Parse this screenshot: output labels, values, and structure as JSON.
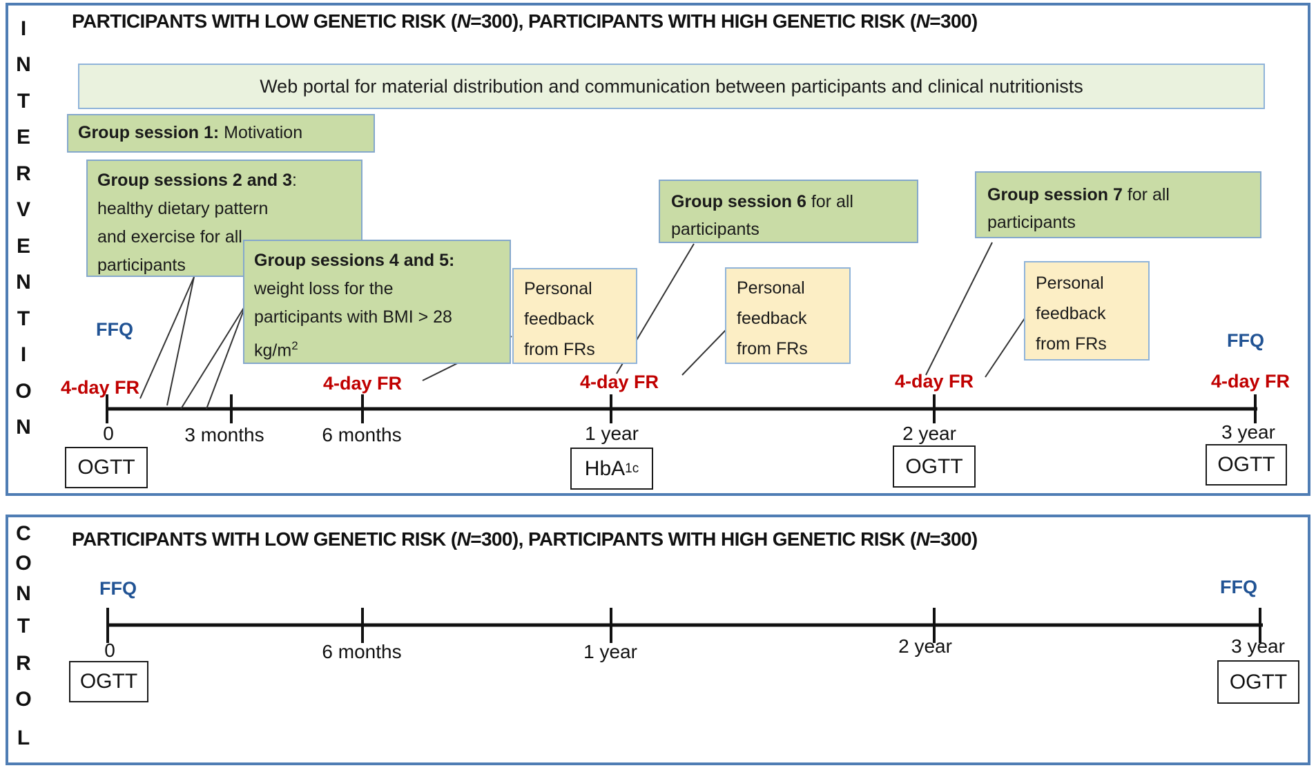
{
  "title": {
    "p1": "PARTICIPANTS WITH LOW GENETIC RISK (",
    "n": "N",
    "p2": "=300), PARTICIPANTS WITH HIGH GENETIC RISK (",
    "p3": "=300)"
  },
  "intervention": {
    "side_letters": [
      "I",
      "N",
      "T",
      "E",
      "R",
      "V",
      "E",
      "N",
      "T",
      "I",
      "O",
      "N"
    ],
    "web_portal": "Web portal for material distribution and communication between participants and clinical nutritionists",
    "session1": {
      "bold": "Group session 1:",
      "rest": " Motivation"
    },
    "session23": {
      "bold": "Group sessions 2 and 3",
      "colon": ":",
      "lines": [
        "healthy dietary pattern",
        "and exercise for all",
        "participants"
      ]
    },
    "session45": {
      "bold": "Group sessions 4 and 5:",
      "lines": [
        "weight loss for the",
        "participants with BMI > 28"
      ],
      "kg_base": "kg/m",
      "kg_sup": "2"
    },
    "session6": {
      "bold": "Group session 6",
      "rest": " for all",
      "line2": "participants"
    },
    "session7": {
      "bold": "Group session 7",
      "rest": " for all",
      "line2": "participants"
    },
    "feedback_lines": [
      "Personal",
      "feedback",
      "from FRs"
    ],
    "ticks": [
      "0",
      "3 months",
      "6 months",
      "1 year",
      "2 year",
      "3 year"
    ],
    "tests": {
      "t0": "OGTT",
      "t1y_base": "HbA",
      "t1y_sub": "1c",
      "t2y": "OGTT",
      "t3y": "OGTT"
    }
  },
  "control": {
    "side_letters": [
      "C",
      "O",
      "N",
      "T",
      "R",
      "O",
      "L"
    ],
    "ticks": [
      "0",
      "6 months",
      "1 year",
      "2 year",
      "3 year"
    ],
    "tests": {
      "t0": "OGTT",
      "t3y": "OGTT"
    }
  },
  "labels": {
    "ffq": "FFQ",
    "four_day_fr": "4-day FR"
  },
  "colors": {
    "panel_border": "#4F7DB4",
    "box_border_blue": "#84A7CC",
    "green_fill": "#C9DCA6",
    "light_green_fill": "#EAF2DE",
    "yellow_fill": "#FCEEC5",
    "ffq_blue": "#215394",
    "fr_red": "#C00000",
    "timeline_black": "#111111"
  }
}
